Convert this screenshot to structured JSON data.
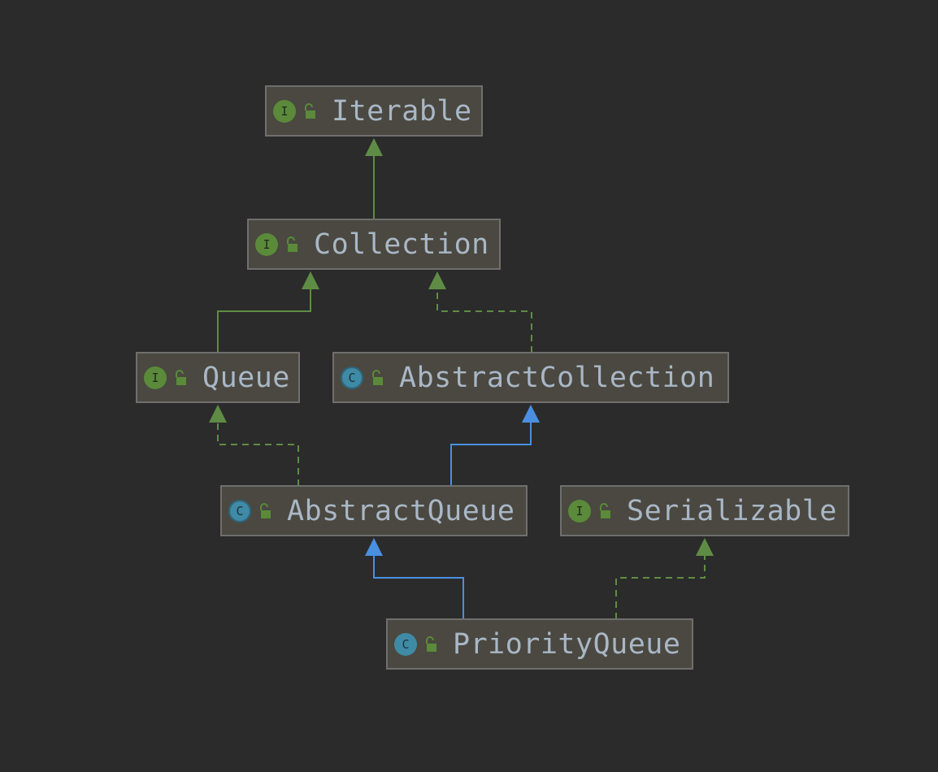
{
  "diagram": {
    "nodes": [
      {
        "id": "iterable",
        "name": "Iterable",
        "kind": "interface",
        "kind_glyph": "I"
      },
      {
        "id": "collection",
        "name": "Collection",
        "kind": "interface",
        "kind_glyph": "I"
      },
      {
        "id": "queue",
        "name": "Queue",
        "kind": "interface",
        "kind_glyph": "I"
      },
      {
        "id": "abstract-collection",
        "name": "AbstractCollection",
        "kind": "abstract-class",
        "kind_glyph": "C"
      },
      {
        "id": "abstract-queue",
        "name": "AbstractQueue",
        "kind": "abstract-class",
        "kind_glyph": "C"
      },
      {
        "id": "serializable",
        "name": "Serializable",
        "kind": "interface",
        "kind_glyph": "I"
      },
      {
        "id": "priority-queue",
        "name": "PriorityQueue",
        "kind": "class",
        "kind_glyph": "C"
      }
    ],
    "edges": [
      {
        "from": "collection",
        "to": "iterable",
        "type": "extends-interface"
      },
      {
        "from": "queue",
        "to": "collection",
        "type": "extends-interface"
      },
      {
        "from": "abstract-collection",
        "to": "collection",
        "type": "implements"
      },
      {
        "from": "abstract-queue",
        "to": "queue",
        "type": "implements"
      },
      {
        "from": "abstract-queue",
        "to": "abstract-collection",
        "type": "extends-class"
      },
      {
        "from": "priority-queue",
        "to": "abstract-queue",
        "type": "extends-class"
      },
      {
        "from": "priority-queue",
        "to": "serializable",
        "type": "implements"
      }
    ],
    "colors": {
      "background": "#2b2b2b",
      "node_fill": "#4a4840",
      "node_border": "#6f6f6f",
      "label_text": "#a9b7c6",
      "interface_edge": "#5f8c45",
      "class_edge": "#4a8fe0",
      "interface_badge": "#5a8a3a",
      "class_badge": "#3f8aa5",
      "lock": "#5a8a3a"
    },
    "icon_names": {
      "interface": "interface-icon",
      "class": "class-icon",
      "abstract": "abstract-class-icon",
      "visibility": "public-lock-icon"
    }
  }
}
